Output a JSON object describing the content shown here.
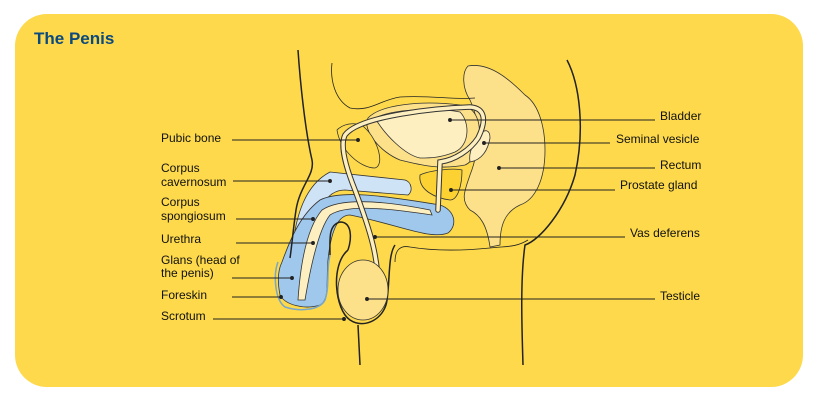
{
  "title": "The Penis",
  "labels_left": {
    "pubic_bone": "Pubic bone",
    "corpus_cavernosum_1": "Corpus",
    "corpus_cavernosum_2": "cavernosum",
    "corpus_spongiosum_1": "Corpus",
    "corpus_spongiosum_2": "spongiosum",
    "urethra": "Urethra",
    "glans_1": "Glans (head of",
    "glans_2": "the penis)",
    "foreskin": "Foreskin",
    "scrotum": "Scrotum"
  },
  "labels_right": {
    "bladder": "Bladder",
    "seminal_vesicle": "Seminal vesicle",
    "rectum": "Rectum",
    "prostate": "Prostate gland",
    "vas_deferens": "Vas deferens",
    "testicle": "Testicle"
  },
  "colors": {
    "background": "#FDD94B",
    "title": "#0B4A7E",
    "light_tissue": "#FDEFC0",
    "blue": "#9FC8EC",
    "light_blue": "#CFE3F7"
  }
}
